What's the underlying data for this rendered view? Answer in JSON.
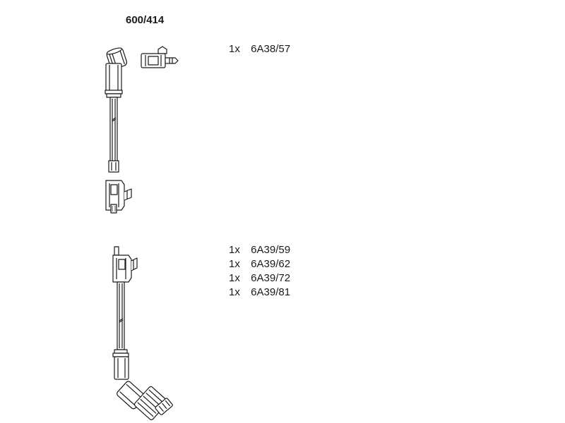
{
  "title": "600/414",
  "parts_top": [
    {
      "qty": "1x",
      "code": "6A38/57"
    }
  ],
  "parts_bottom": [
    {
      "qty": "1x",
      "code": "6A39/59"
    },
    {
      "qty": "1x",
      "code": "6A39/62"
    },
    {
      "qty": "1x",
      "code": "6A39/72"
    },
    {
      "qty": "1x",
      "code": "6A39/81"
    }
  ],
  "colors": {
    "stroke": "#1a1a1a",
    "fill": "#ffffff",
    "hatch": "#555555"
  }
}
